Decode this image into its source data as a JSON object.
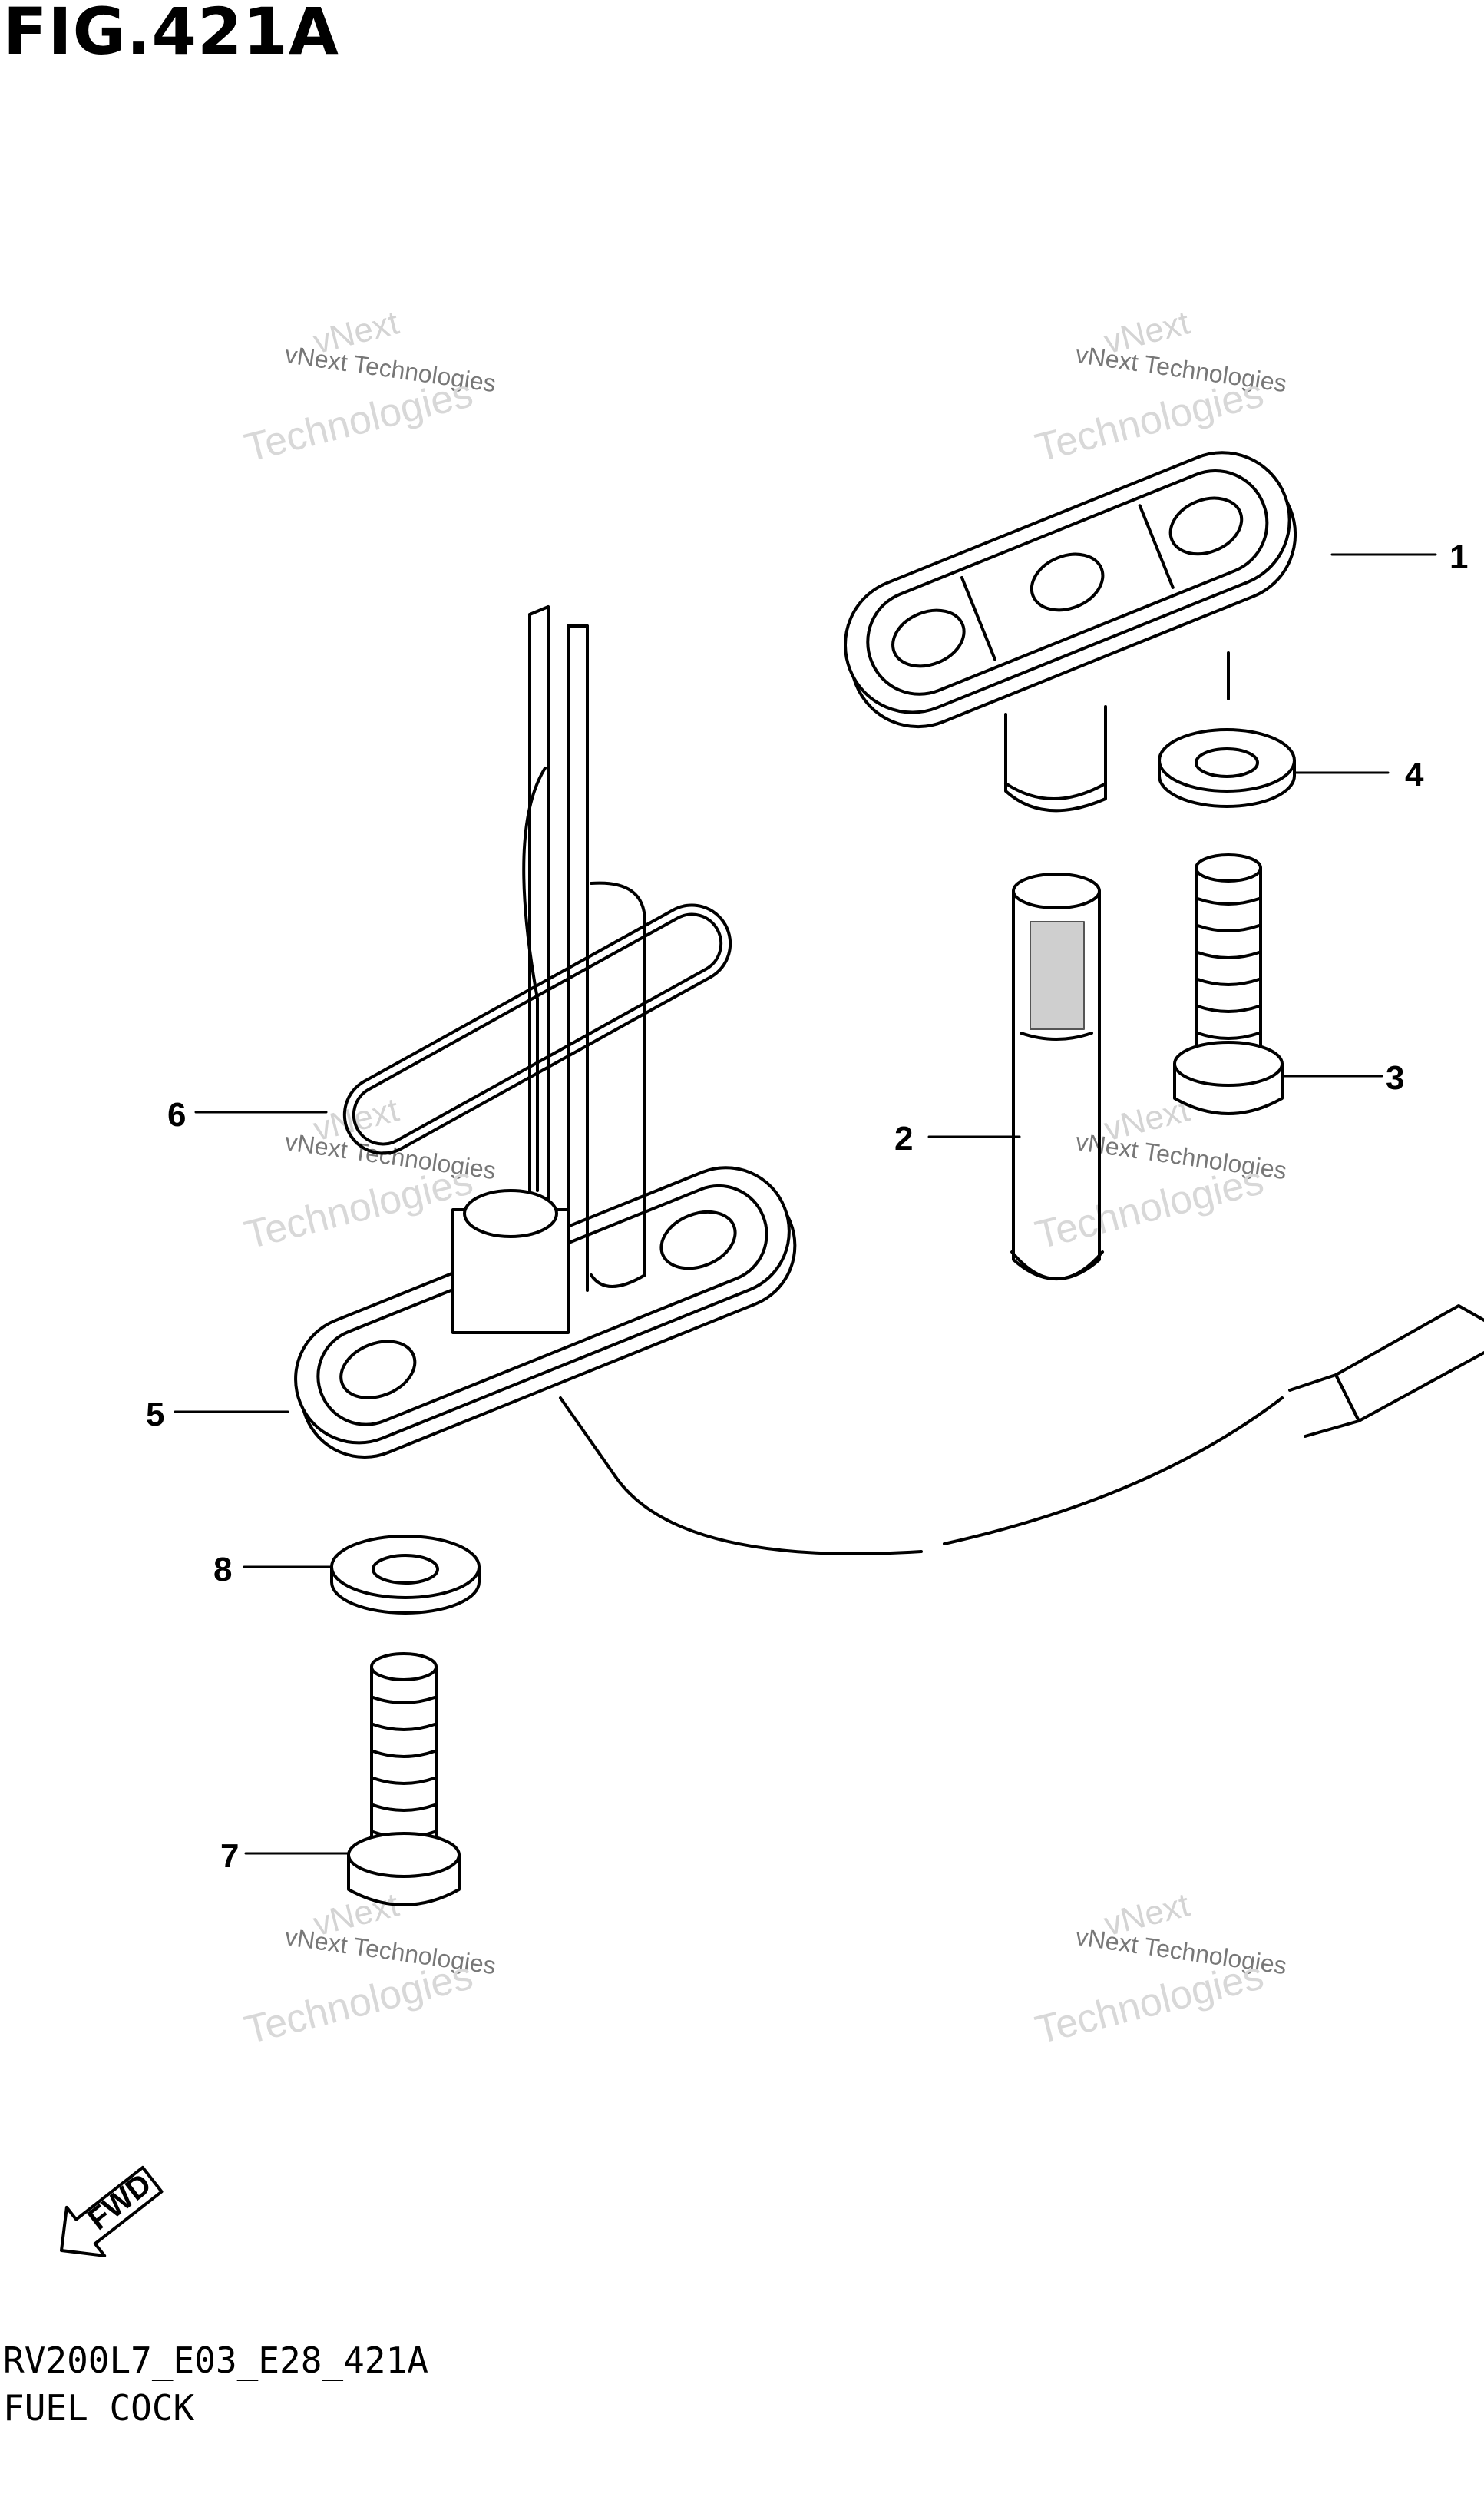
{
  "figure": {
    "title": "FIG.421A",
    "code": "RV200L7_E03_E28_421A",
    "name": "FUEL COCK"
  },
  "callouts": [
    "1",
    "2",
    "3",
    "4",
    "5",
    "6",
    "7",
    "8"
  ],
  "fwd_label": "FWD",
  "watermark": {
    "line1": "vNext",
    "line2": "vNext Technologies",
    "line3": "Technologies"
  }
}
